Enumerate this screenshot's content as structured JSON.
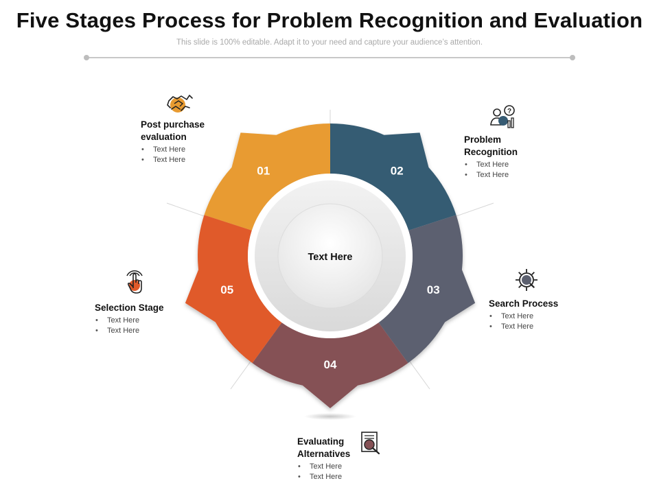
{
  "header": {
    "title": "Five Stages Process for Problem Recognition and Evaluation",
    "subtitle": "This slide is 100% editable. Adapt it to your need and capture your audience’s attention."
  },
  "center": {
    "label": "Text Here"
  },
  "segments": [
    {
      "number": "01",
      "color": "#E89B31"
    },
    {
      "number": "02",
      "color": "#365B73"
    },
    {
      "number": "03",
      "color": "#5C606F"
    },
    {
      "number": "04",
      "color": "#855155"
    },
    {
      "number": "05",
      "color": "#E05A29"
    }
  ],
  "stages": [
    {
      "title": "Post purchase evaluation",
      "icon": "handshake-icon",
      "bullets": [
        "Text Here",
        "Text Here"
      ]
    },
    {
      "title": "Problem Recognition",
      "icon": "problem-person-icon",
      "bullets": [
        "Text Here",
        "Text Here"
      ]
    },
    {
      "title": "Search Process",
      "icon": "gear-search-icon",
      "bullets": [
        "Text Here",
        "Text Here"
      ]
    },
    {
      "title": "Evaluating Alternatives",
      "icon": "document-search-icon",
      "bullets": [
        "Text Here",
        "Text Here"
      ]
    },
    {
      "title": "Selection Stage",
      "icon": "touch-hand-icon",
      "bullets": [
        "Text Here",
        "Text Here"
      ]
    }
  ]
}
